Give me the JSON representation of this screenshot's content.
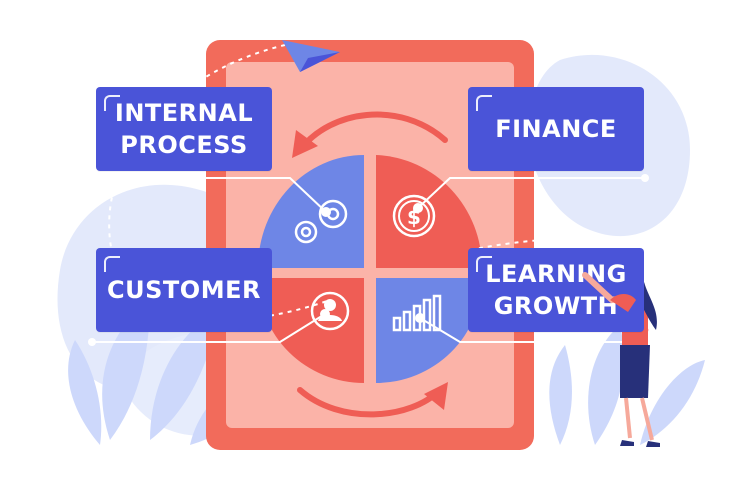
{
  "labels": {
    "internal_process_line1": "INTERNAL",
    "internal_process_line2": "PROCESS",
    "finance": "FINANCE",
    "customer": "CUSTOMER",
    "learning_line1": "LEARNING",
    "learning_line2": "GROWTH"
  },
  "colors": {
    "box_blue": "#4a54d8",
    "board_coral": "#f26b5b",
    "board_inner": "#ffc1b7",
    "slice_blue": "#6e86e6",
    "slice_red": "#ef5d55",
    "light_blob": "#dfe6fb",
    "leaf_blue": "#cdd8fb"
  },
  "icons": [
    "paper-plane-icon",
    "gears-icon",
    "dollar-coin-icon",
    "person-profile-icon",
    "bar-chart-icon",
    "circular-arrows-icon"
  ]
}
